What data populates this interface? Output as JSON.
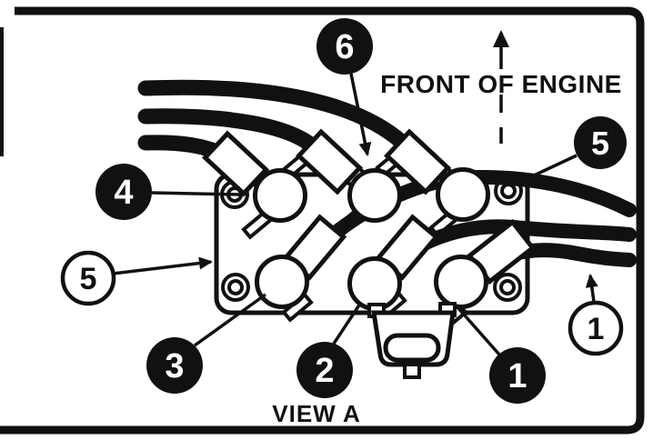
{
  "figure": {
    "front_of_engine_label": "FRONT OF ENGINE",
    "view_label": "VIEW A",
    "callouts": [
      {
        "id": "callout-6",
        "label": "6",
        "style": "filled"
      },
      {
        "id": "callout-4",
        "label": "4",
        "style": "filled"
      },
      {
        "id": "callout-5-left",
        "label": "5",
        "style": "outlined"
      },
      {
        "id": "callout-5-right",
        "label": "5",
        "style": "filled"
      },
      {
        "id": "callout-3",
        "label": "3",
        "style": "filled"
      },
      {
        "id": "callout-2",
        "label": "2",
        "style": "filled"
      },
      {
        "id": "callout-1-bottom",
        "label": "1",
        "style": "filled"
      },
      {
        "id": "callout-1-right",
        "label": "1",
        "style": "outlined"
      }
    ],
    "colors": {
      "ink": "#111111",
      "paper": "#ffffff"
    }
  }
}
